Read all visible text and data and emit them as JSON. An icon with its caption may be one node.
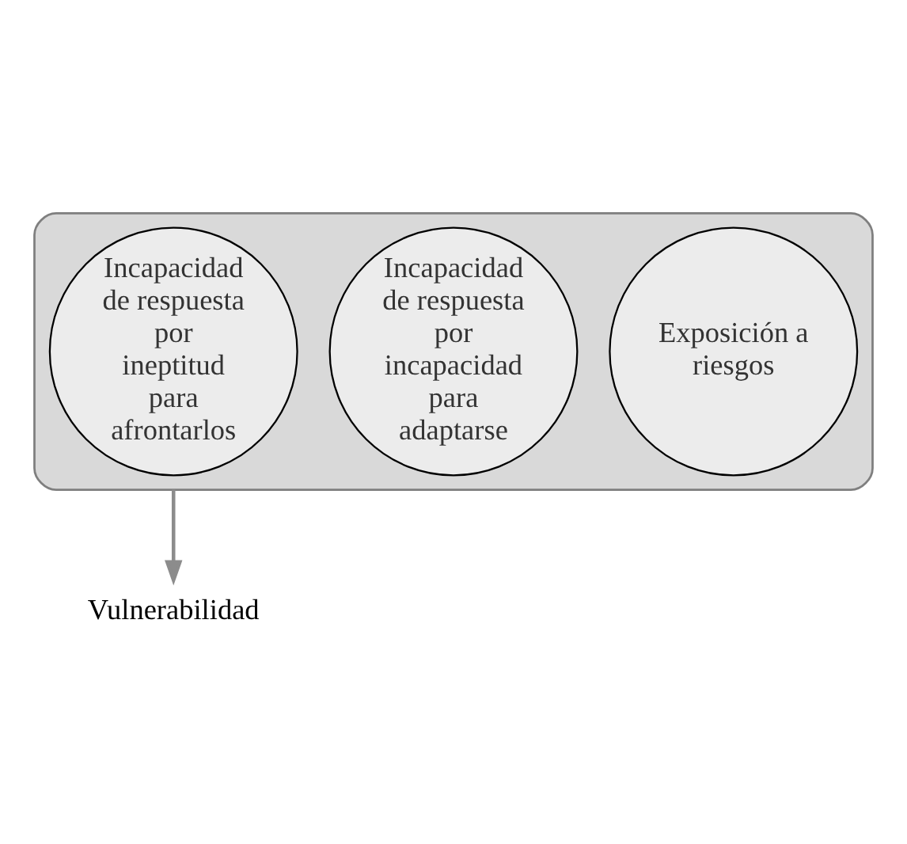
{
  "diagram": {
    "nodes": [
      {
        "text": [],
        "shape": "funnel"
      },
      {
        "text": [
          "Incapacidad de respuesta por ineptitud para afrontarlos"
        ],
        "in": 0
      },
      {
        "text": [
          "Incapacidad de respuesta por incapacidad para adaptarse"
        ],
        "in": 0
      },
      {
        "text": [
          "Exposición a riesgos"
        ],
        "in": 0
      },
      {
        "text": [
          "Vulnerabilidad"
        ]
      }
    ],
    "edges": [
      {
        "from": 0,
        "to": 4,
        "arrow": "to"
      }
    ]
  }
}
